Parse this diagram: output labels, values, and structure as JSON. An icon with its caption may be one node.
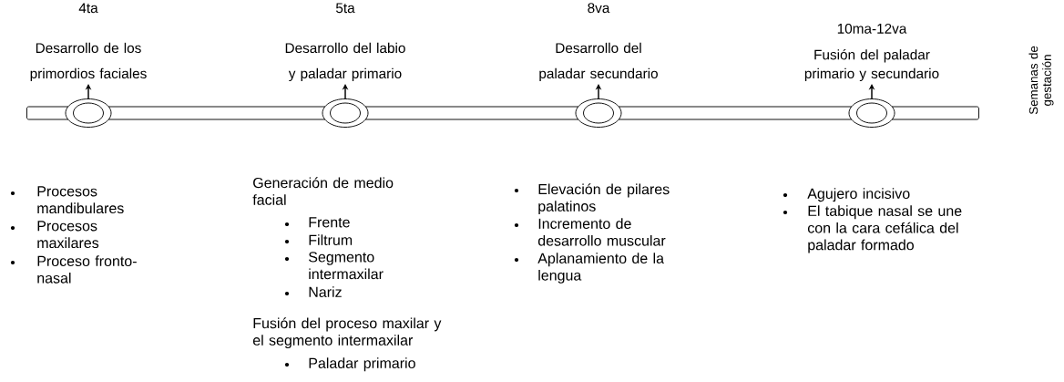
{
  "diagram": {
    "nodes": [
      {
        "text": [],
        "shape": "bar"
      },
      {
        "text": [],
        "shape": "circle"
      },
      {
        "text": [],
        "shape": "circle"
      },
      {
        "text": [],
        "shape": "circle"
      },
      {
        "text": [],
        "shape": "circle"
      },
      {
        "text": [
          "4ta",
          "Desarrollo de los primordios faciales"
        ]
      },
      {
        "text": [
          "5ta",
          "Desarrollo del labio y paladar primario"
        ]
      },
      {
        "text": [
          "8va",
          "Desarrollo del paladar secundario"
        ]
      },
      {
        "text": [
          "10ma-12va",
          "Fusión del paladar primario y secundario"
        ]
      }
    ],
    "edges": [
      {
        "from": 1,
        "to": 5,
        "arrow": "to"
      },
      {
        "from": 2,
        "to": 6,
        "arrow": "to"
      },
      {
        "from": 3,
        "to": 7,
        "arrow": "to"
      },
      {
        "from": 4,
        "to": 8,
        "arrow": "to"
      }
    ],
    "labels": [
      "Semanas de gestación",
      "Procesos mandibulares",
      "Procesos maxilares",
      "Proceso fronto-nasal",
      "Generación de medio facial",
      "Frente",
      "Filtrum",
      "Segmento intermaxilar",
      "Nariz",
      "Fusión del proceso maxilar y el segmento intermaxilar",
      "Paladar primario",
      "Elevación de pilares palatinos",
      "Incremento de desarrollo muscular",
      "Aplanamiento de la lengua",
      "Agujero incisivo",
      "El tabique nasal se une con la cara cefálica del paladar formado"
    ]
  }
}
